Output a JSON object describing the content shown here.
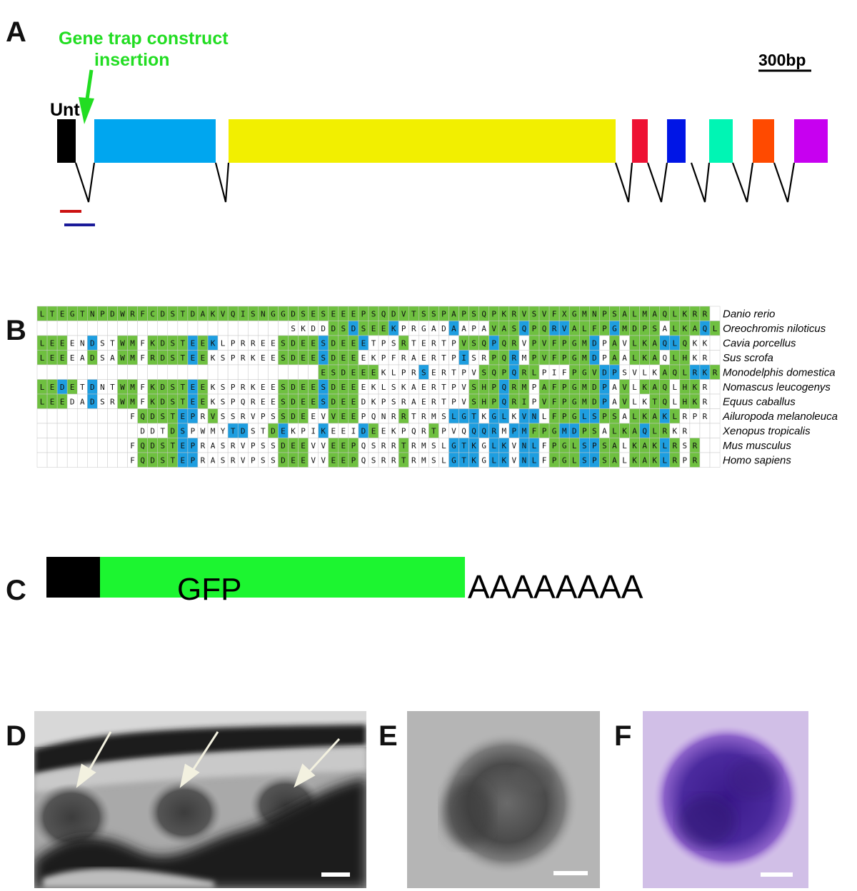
{
  "panel_labels": [
    "A",
    "B",
    "C",
    "D",
    "E",
    "F"
  ],
  "panel_a": {
    "insertion_label_line1": "Gene trap construct",
    "insertion_label_line2": "insertion",
    "untranslated_label": "Unt",
    "scale_bar_label": "300bp",
    "exon_colors": [
      "#000000",
      "#00a6ef",
      "#f2ef00",
      "#ee1133",
      "#0015e6",
      "#00f5b4",
      "#ff4a00",
      "#c700f0"
    ],
    "insertion_color": "#22dd22",
    "primer_colors": [
      "#cc1111",
      "#1a1a99"
    ]
  },
  "panel_b": {
    "colors": {
      "identical": "#6fc040",
      "similar": "#1e9ee0",
      "none": "#ffffff"
    },
    "rows": [
      {
        "species": "Danio rerio",
        "residues": "LTEGTNPDWRFCDSTDAKVQISNGGDSESEEEPSQDVTSSPAPSQPKRVSVFXGMNPSALMAQLKRR",
        "pattern": "GGGGGGGGGGGGGGGGGGGGGGGGGGGGGGGGGGGGGGGGGGGGGGGGGGGGGGGGGGGGGGGGGGGG"
      },
      {
        "species": "Oreochromis niloticus",
        "residues": "-------------------------SKDDDSDSEEKPRGADAAPAVASQPQRVALFPGMDPSALKAQLKKR",
        "pattern": "-------------------------WWWWGGBGGGBWWWWWBWWWGGGBGGBBGGGGBGGGGWGGGBG"
      },
      {
        "species": "Cavia porcellus",
        "residues": "LEEENDSTWMFKDSTEEKLPRREESDEESDEEETPSRTERTPVSQPQRVPVFPGMDPAVLKAQLQKK",
        "pattern": "GGGWWBWWGGWGGGGBGBWWWWWWGGGGBGGGBWWWGWWWWWGGGBGGWGGGGGGBWGWGGGBBG"
      },
      {
        "species": "Sus scrofa",
        "residues": "LEEEADSAWMFRDSTEEKSPRKEESDEESDEEEKPFRAERTPISRPQRMPVFPGMDPAALKAQLHKR",
        "pattern": "GGGWWGWWGGWGGGGBGWWWWWWWGGGGBGGGWWWWWWWWWWBWWGGBWGGGGGGBWGWGGGWGG"
      },
      {
        "species": "Monodelphis domestica",
        "residues": "----------------------------ESDEEEKLPRSERTPVSQPQRLPIFPGVDPSVLKAQLRKR",
        "pattern": "----------------------------GGGGGGWWWWBWWWWWGGGBGGWWWGGGBBWWWWGGGBBG"
      },
      {
        "species": "Nomascus leucogenys",
        "residues": "LEDETDNTWMFKDSTEEKSPRKEESDEESDEEEKLSKAERTPVSHPQRMPAFPGMDPAVLKAQLHKR",
        "pattern": "GGBGWBWWGGWGGGGBGWWWWWWWGGGGBGGGWWWWWWWWWWWGGGBGGWGGGGGGBWGWGGGWGG"
      },
      {
        "species": "Equus caballus",
        "residues": "LEEDADSRWMFKDSTEEKSPQREESDEESDEEDKPSRAERTPVSHPQRIPVFPGMDPAVLKTQLHKR",
        "pattern": "GGGWWBWWGGWGGGGBGWWWWWWWGGGGBGGGWWWWWWWWWWWGGGBGGWGGGGGGBWGWWGGWGG"
      },
      {
        "species": "Ailuropoda melanoleuca",
        "residues": "---------FQDSTEPRVSSRVPSSDEEVVEEPQNRRTRMSLGTKGLKVNLFPGLSPSALKAKLRPR",
        "pattern": "---------WGGGGBBWGWWWWWWGGGWWGGGWWWWGWWWWBBBWBBWBBWGGGBBGGWGGGBGWW"
      },
      {
        "species": "Xenopus tropicalis",
        "residues": "----------DDTDSPWMYTDSTDEKPIKEEIDEEKPQRTPVQQQRMPMFPGMDPSALKAQLRKR",
        "pattern": "----------WWWGBWWWWBBWWGBWWWBWWWBGWWWWWGWWWBBBWBBGGGBBGGWGGGBGG"
      },
      {
        "species": "Mus musculus",
        "residues": "---------FQDSTEPRASRVPSSDEEVVEEPQSRRTRMSLGTKGLKVNLFPGLSPSALKAKLRSR",
        "pattern": "---------WGGGGBBWWWWWWWWGGGWWGGGWWWWGWWWWBBBWBBWBBWGGGBBGGWGGGBGWG"
      },
      {
        "species": "Homo sapiens",
        "residues": "---------FQDSTEPRASRVPSSDEEVVEEPQSRRTRMSLGTKGLKVNLFPGLSPSALKAKLRPR",
        "pattern": "---------WGGGGBBWWWWWWWWGGGWWGGGWWWWGWWWWBBBWBBWBBWGGGBBGGWGGGBGWG"
      }
    ]
  },
  "panel_c": {
    "gfp_label": "GFP",
    "polya_label": "AAAAAAAA",
    "leader_color": "#000000",
    "gfp_color": "#1cf530"
  }
}
